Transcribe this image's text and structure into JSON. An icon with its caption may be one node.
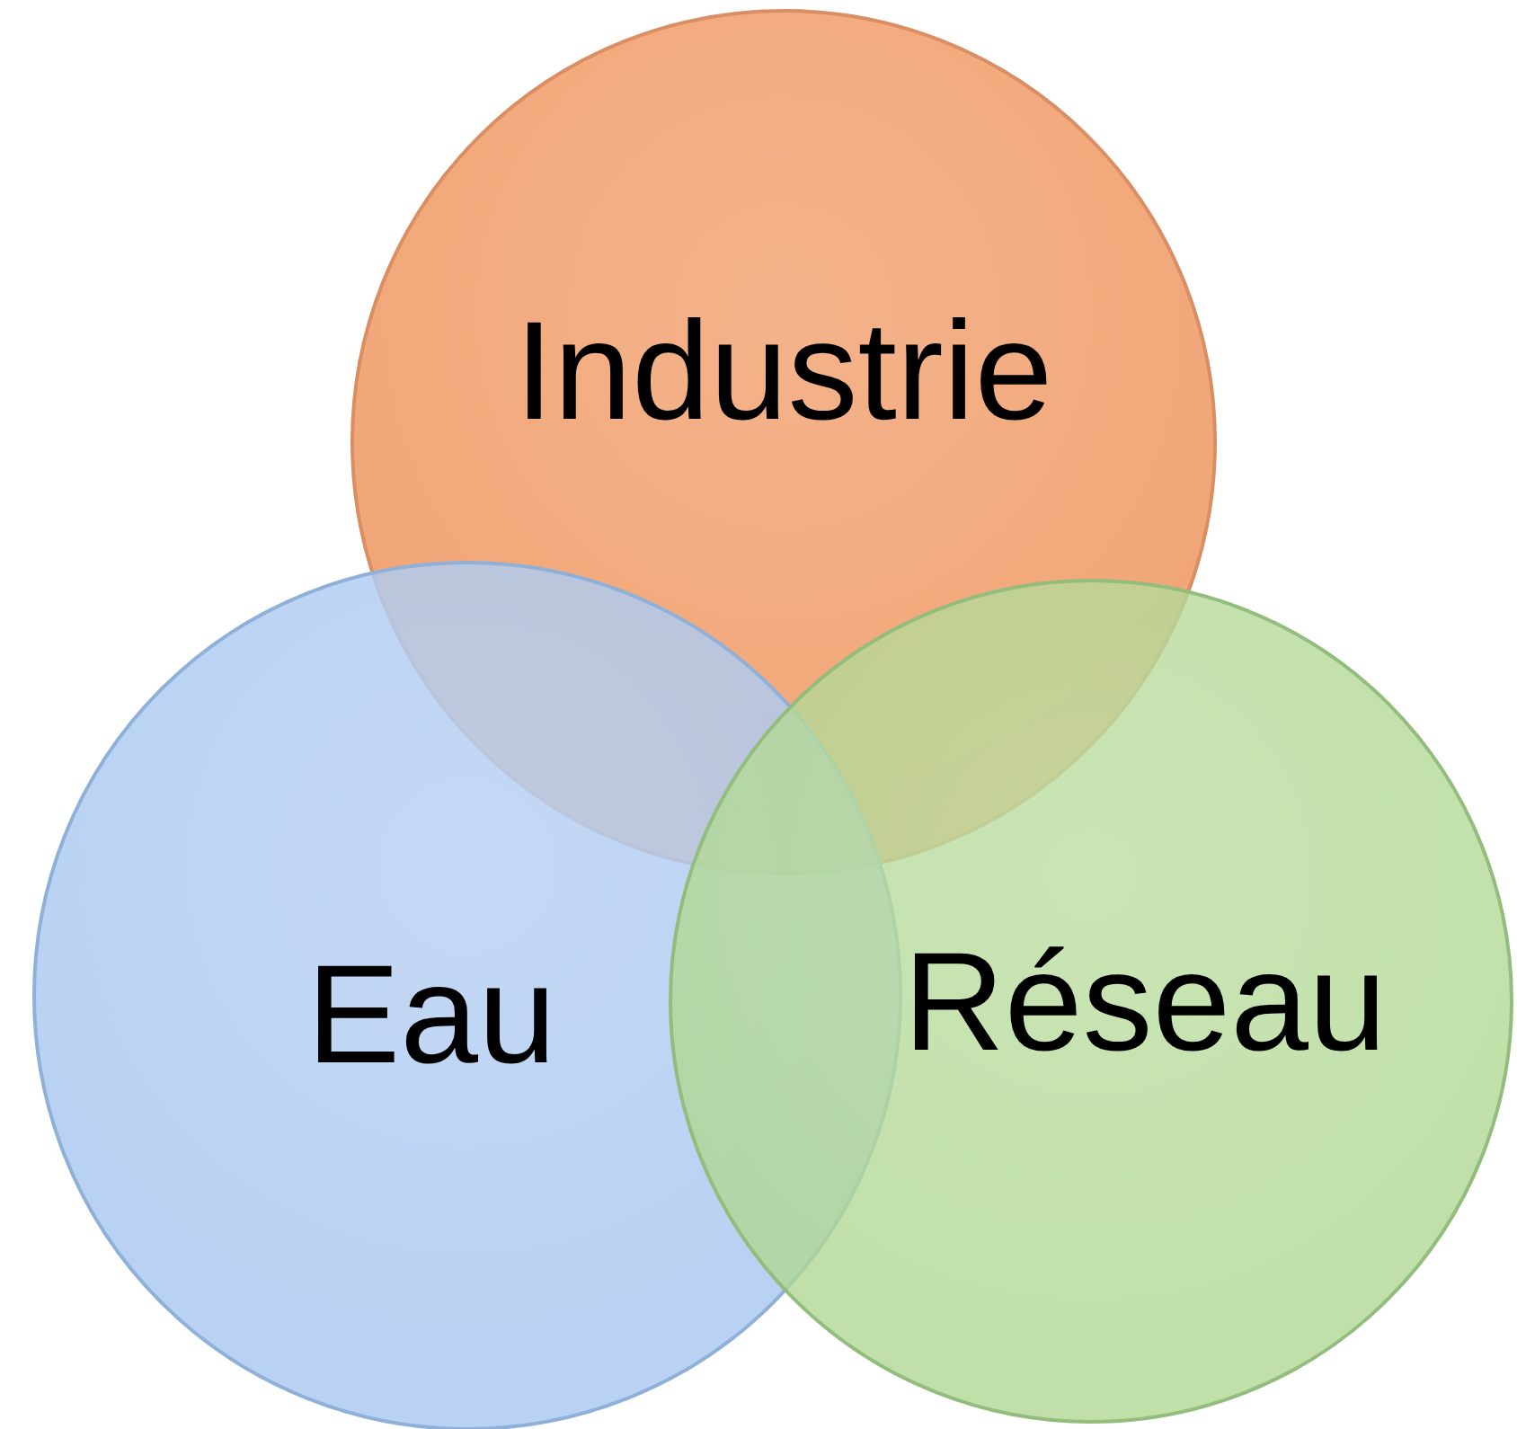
{
  "diagram": {
    "nodes": [
      {
        "text": [
          "Industrie"
        ]
      },
      {
        "text": [
          "Eau"
        ]
      },
      {
        "text": [
          "Réseau"
        ]
      }
    ]
  }
}
